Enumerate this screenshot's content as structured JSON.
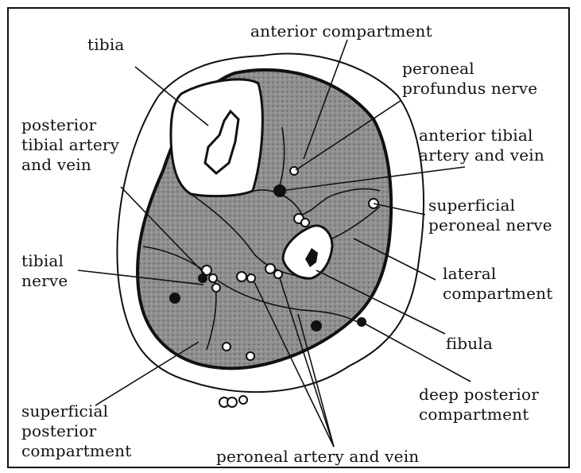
{
  "labels": {
    "tibia": "tibia",
    "anterior_compartment": "anterior compartment",
    "peroneal_profundus_nerve": "peroneal\nprofundus nerve",
    "posterior_tibial_artery_vein": "posterior\ntibial artery\nand vein",
    "anterior_tibial_artery_vein": "anterior tibial\nartery and vein",
    "superficial_peroneal_nerve": "superficial\nperoneal nerve",
    "tibial_nerve": "tibial\nnerve",
    "lateral_compartment": "lateral\ncompartment",
    "fibula": "fibula",
    "deep_posterior_compartment": "deep posterior\ncompartment",
    "superficial_posterior_compartment": "superficial\nposterior\ncompartment",
    "peroneal_artery_vein": "peroneal artery and vein"
  },
  "colors": {
    "ink": "#111111",
    "muscle": "#8a8a8a",
    "bone": "#ffffff"
  }
}
